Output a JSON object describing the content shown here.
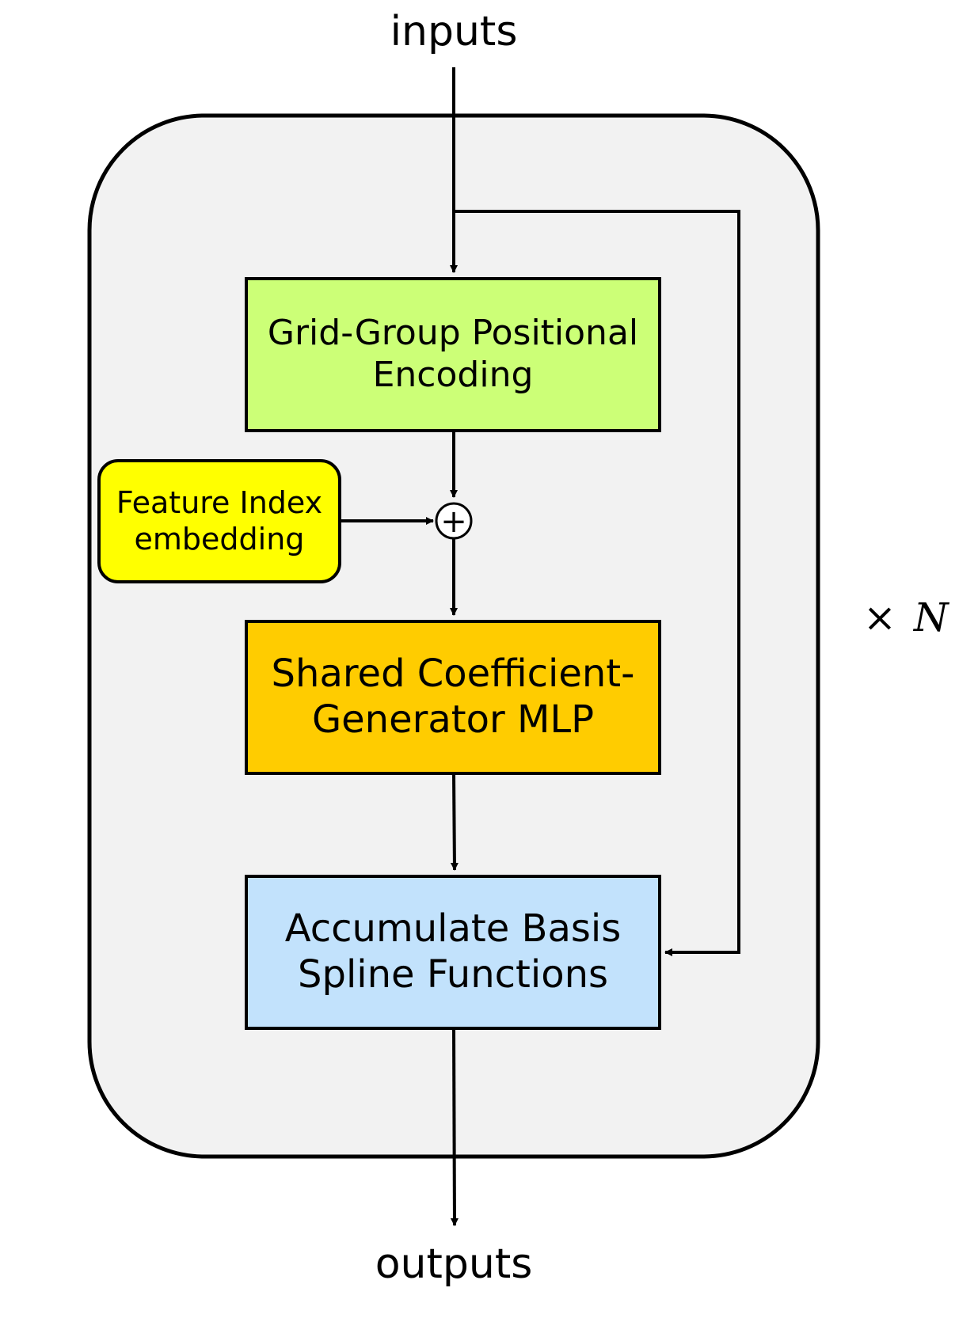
{
  "diagram": {
    "input_label": "inputs",
    "output_label": "outputs",
    "repeat_label": {
      "symbol": "×",
      "variable": "N"
    },
    "blocks": {
      "grid_group": {
        "text": "Grid-Group Positional\nEncoding",
        "fill": "#ccff77"
      },
      "feature_index": {
        "text": "Feature Index\nembedding",
        "fill": "#ffff00"
      },
      "shared_mlp": {
        "text": "Shared Coefficient-\nGenerator MLP",
        "fill": "#ffcc00"
      },
      "accumulate": {
        "text": "Accumulate Basis\nSpline Functions",
        "fill": "#c2e2fc"
      }
    },
    "container_fill": "#f2f2f2",
    "sum_operator": "+"
  }
}
